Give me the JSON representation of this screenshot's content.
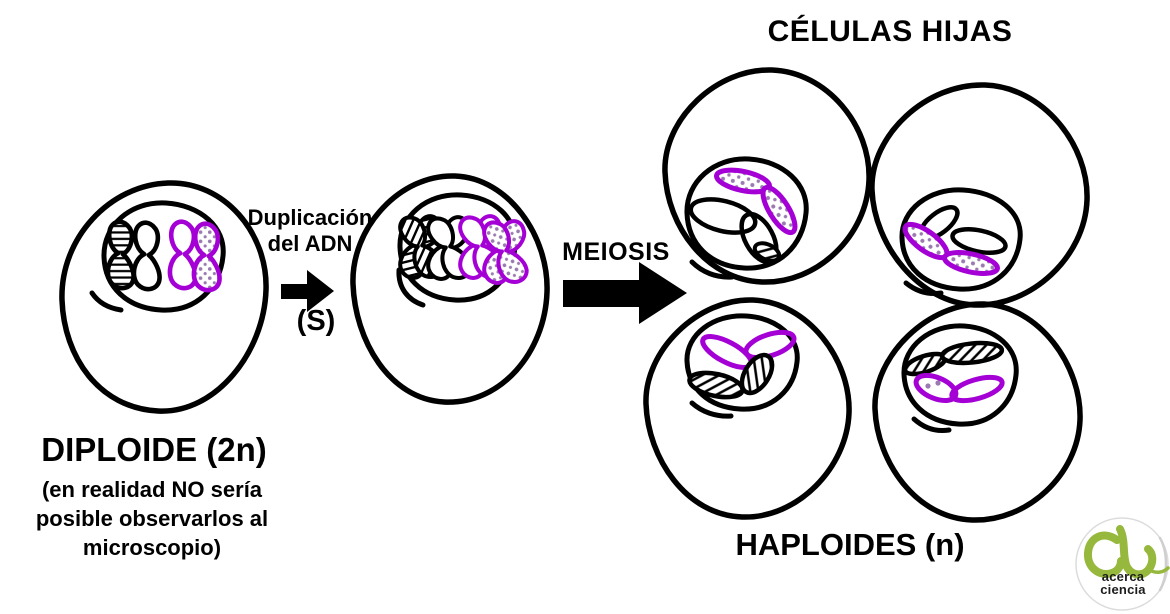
{
  "parent_cell": {
    "label": "DIPLOIDE (2n)",
    "note": [
      "(en realidad NO sería",
      "posible observarlos al",
      "microscopio)"
    ]
  },
  "duplication_arrow": {
    "label_line1": "Duplicación",
    "label_line2": "del ADN",
    "phase_label": "(S)"
  },
  "meiosis_arrow": {
    "label": "MEIOSIS"
  },
  "daughter_cells": {
    "title": "CÉLULAS HIJAS",
    "ploidy_label": "HAPLOIDES (n)"
  },
  "logo": {
    "text_line1": "acerca",
    "text_line2": "ciencia"
  },
  "colors": {
    "ink": "#000000",
    "chromosome_purple": "#a400d6",
    "stipple_purple": "#9a7ab0",
    "logo_green": "#96b83c",
    "background": "#ffffff"
  }
}
